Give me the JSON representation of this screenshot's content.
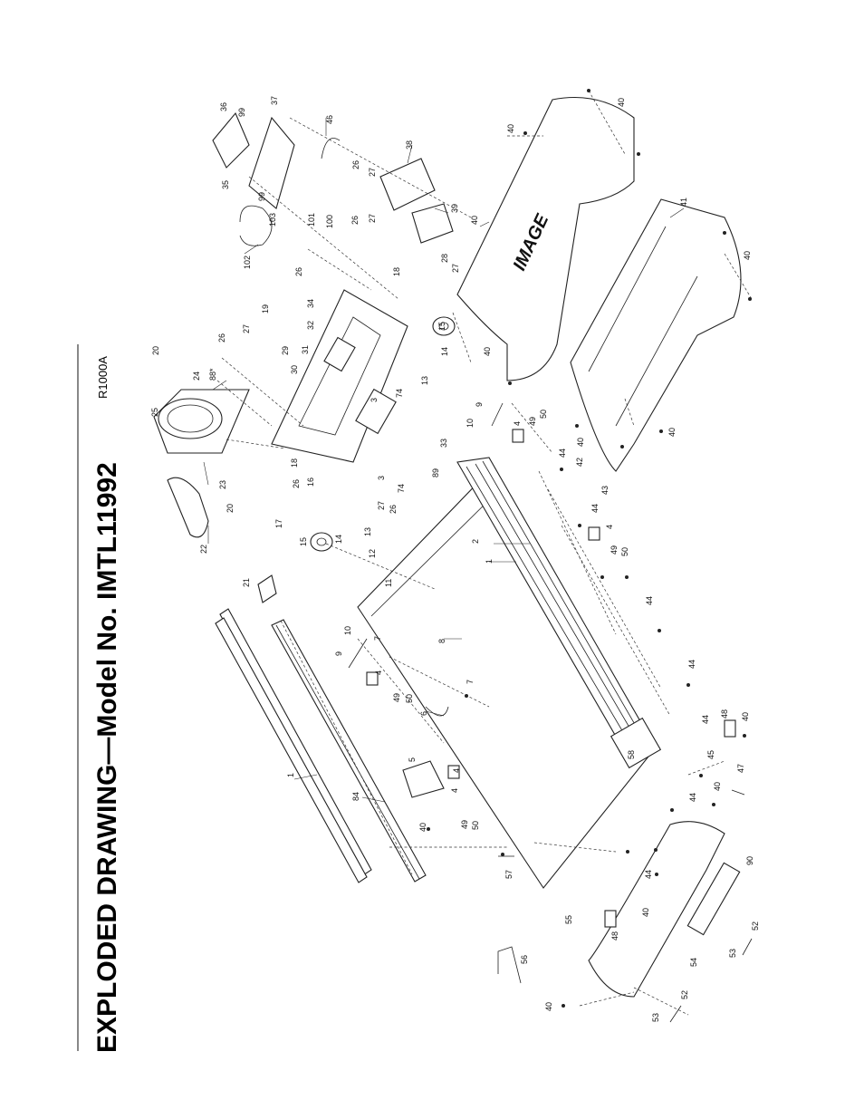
{
  "title": "EXPLODED DRAWING—Model No. IMTL11992",
  "drawing_code": "R1000A",
  "brand_logo": "IMAGE",
  "part_numbers": [
    "1",
    "1",
    "2",
    "3",
    "3",
    "4",
    "4",
    "4",
    "4",
    "4",
    "5",
    "6",
    "7",
    "7",
    "8",
    "9",
    "9",
    "10",
    "10",
    "11",
    "12",
    "13",
    "13",
    "14",
    "14",
    "15",
    "15",
    "16",
    "17",
    "18",
    "18",
    "19",
    "20",
    "20",
    "21",
    "22",
    "23",
    "24",
    "25",
    "26",
    "26",
    "26",
    "26",
    "26",
    "26",
    "27",
    "27",
    "27",
    "27",
    "27",
    "28",
    "29",
    "30",
    "31",
    "32",
    "33",
    "34",
    "35",
    "36",
    "37",
    "38",
    "39",
    "40",
    "40",
    "40",
    "40",
    "40",
    "40",
    "40",
    "40",
    "40",
    "40",
    "40",
    "40",
    "41",
    "42",
    "43",
    "44",
    "44",
    "44",
    "44",
    "44",
    "44",
    "44",
    "45",
    "46",
    "47",
    "48",
    "48",
    "49",
    "49",
    "49",
    "49",
    "50",
    "50",
    "50",
    "50",
    "52",
    "52",
    "53",
    "53",
    "54",
    "55",
    "56",
    "57",
    "58",
    "74",
    "74",
    "84",
    "88*",
    "89",
    "90",
    "99",
    "99",
    "100",
    "101",
    "102",
    "103"
  ]
}
